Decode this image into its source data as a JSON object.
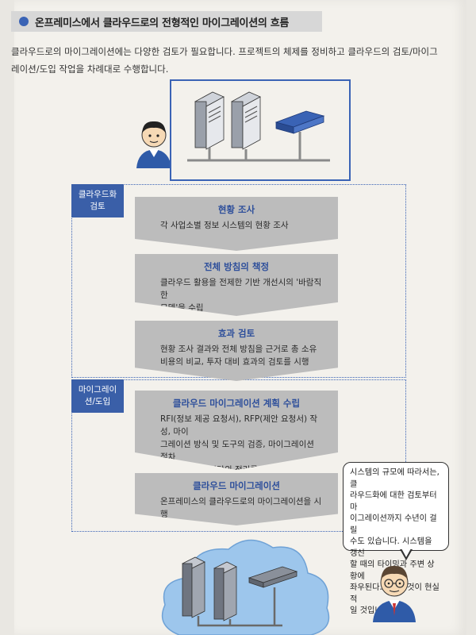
{
  "header": {
    "title": "온프레미스에서 클라우드로의 전형적인 마이그레이션의 흐름"
  },
  "intro": {
    "line1": "클라우드로의 마이그레이션에는 다양한 검토가 필요합니다. 프로젝트의 체제를 정비하고 클라우드의 검토/마이그",
    "line2": "레이션/도입 작업을 차례대로 수행합니다."
  },
  "sections": [
    {
      "tag_line1": "클라우드화",
      "tag_line2": "검토"
    },
    {
      "tag_line1": "마이그레이",
      "tag_line2": "션/도입"
    }
  ],
  "steps": [
    {
      "title": "현황 조사",
      "desc_lines": [
        "각 사업소별 정보 시스템의 현황 조사"
      ]
    },
    {
      "title": "전체 방침의 책정",
      "desc_lines": [
        "클라우드 활용을 전제한 기반 개선시의 '바람직한",
        "모델'을 수립"
      ]
    },
    {
      "title": "효과 검토",
      "desc_lines": [
        "현황 조사 결과와 전체 방침을 근거로 총 소유",
        "비용의 비교, 투자 대비 효과의 검토를 시행"
      ]
    },
    {
      "title": "클라우드 마이그레이션 계획 수립",
      "desc_lines": [
        "RFI(정보 제공 요청서), RFP(제안 요청서) 작성, 마이",
        "그레이션 방식 및 도구의 검증, 마이그레이션 절차",
        "의 작성, 역할 분담의 정리를 시행"
      ]
    },
    {
      "title": "클라우드 마이그레이션",
      "desc_lines": [
        "온프레미스의 클라우드로의 마이그레이션을 시행"
      ]
    }
  ],
  "bubble": {
    "lines": [
      "시스템의 규모에 따라서는, 클",
      "라우드화에 대한 검토부터 마",
      "이그레이션까지 수년이 걸릴",
      "수도 있습니다. 시스템을 갱신",
      "할 때의 타이밍과 주변 상황에",
      "좌우된다고 하는 것이 현실적",
      "일 것입니다."
    ]
  },
  "colors": {
    "accent": "#3a63b5",
    "tag_bg": "#3a5fa8",
    "arrow": "#bcbcbc",
    "step_title": "#2e4f9b"
  },
  "icons": [
    "person-icon",
    "server-icon",
    "network-switch-icon",
    "cloud-icon"
  ]
}
